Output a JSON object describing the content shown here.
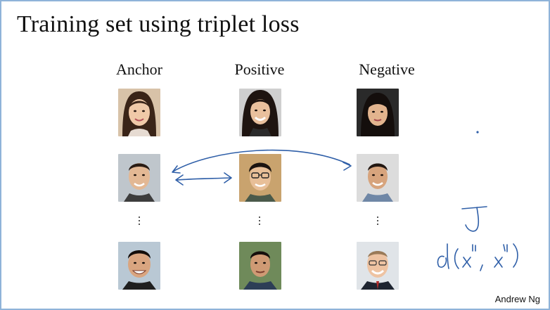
{
  "slide": {
    "title": "Training set using triplet loss",
    "author": "Andrew Ng"
  },
  "columns": {
    "anchor": "Anchor",
    "positive": "Positive",
    "negative": "Negative"
  },
  "handwriting": {
    "j_index": "J",
    "distance": "d(x(i), x(j))"
  },
  "colors": {
    "ink": "#2f5fa8",
    "border": "#8fb3d9"
  },
  "faces": [
    {
      "name": "anchor-photo-1",
      "desc": "woman"
    },
    {
      "name": "positive-photo-1",
      "desc": "woman"
    },
    {
      "name": "negative-photo-1",
      "desc": "woman"
    },
    {
      "name": "anchor-photo-2",
      "desc": "man"
    },
    {
      "name": "positive-photo-2",
      "desc": "man with glasses"
    },
    {
      "name": "negative-photo-2",
      "desc": "man"
    },
    {
      "name": "anchor-photo-3",
      "desc": "man"
    },
    {
      "name": "positive-photo-3",
      "desc": "man"
    },
    {
      "name": "negative-photo-3",
      "desc": "man"
    }
  ]
}
